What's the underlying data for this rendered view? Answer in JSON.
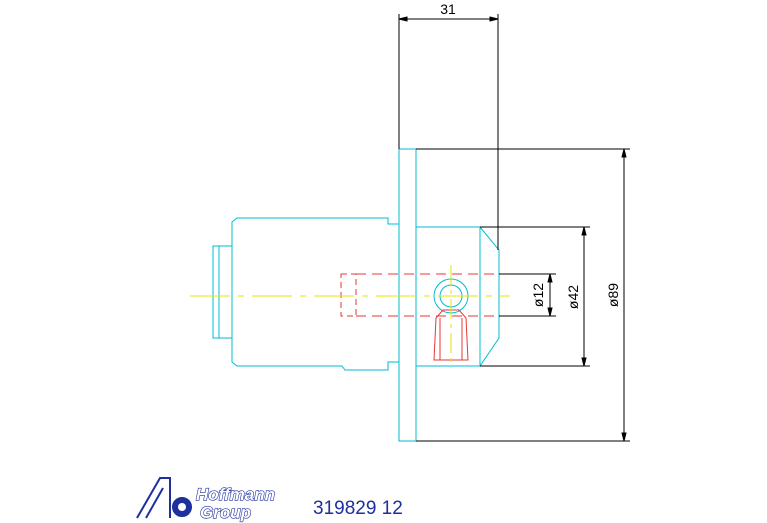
{
  "dimensions": {
    "width_31": "31",
    "dia_12": "ø12",
    "dia_42": "ø42",
    "dia_89": "ø89"
  },
  "logo": {
    "line1": "Hoffmann",
    "line2": "Group",
    "color": "#1e2f9e"
  },
  "part_number": "319829 12",
  "colors": {
    "outline": "#00bcd4",
    "hidden": "#e53935",
    "centerline": "#e6e600",
    "dimension": "#000000"
  }
}
